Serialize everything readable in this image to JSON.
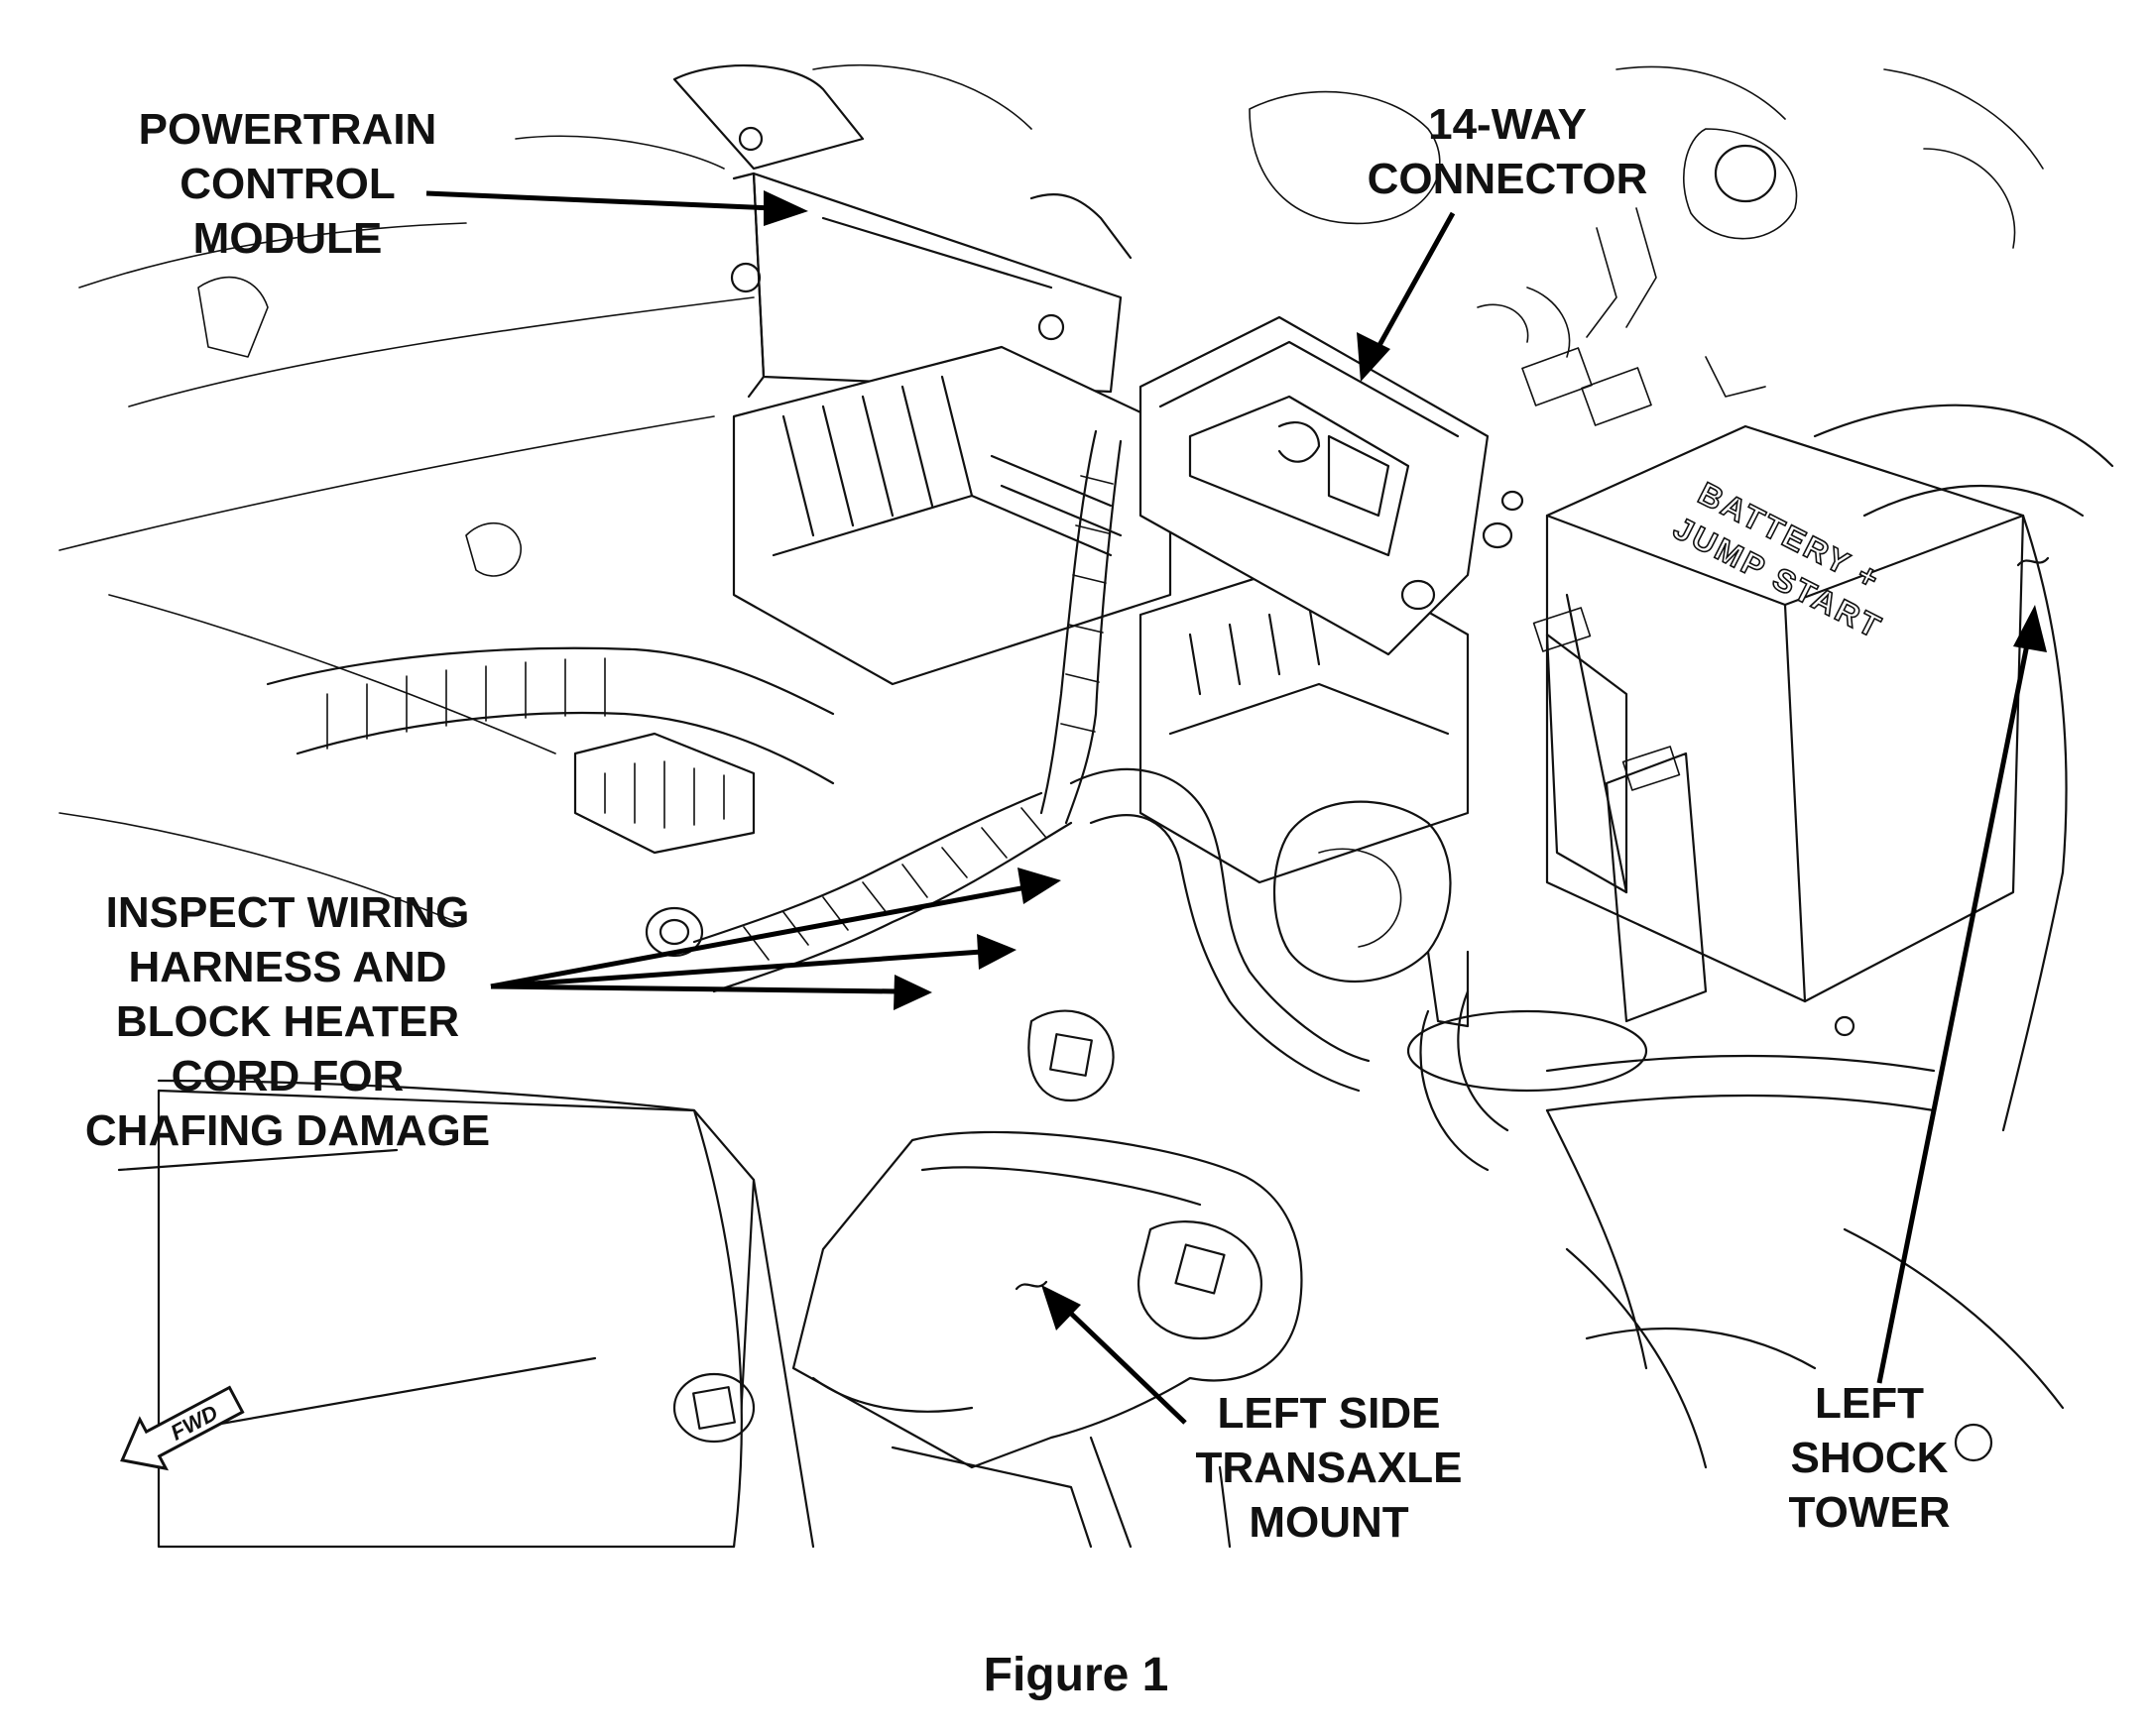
{
  "labels": {
    "pcm": [
      "POWERTRAIN",
      "CONTROL",
      "MODULE"
    ],
    "connector": [
      "14-WAY",
      "CONNECTOR"
    ],
    "inspect": [
      "INSPECT WIRING",
      "HARNESS AND",
      "BLOCK HEATER",
      "CORD FOR",
      "CHAFING DAMAGE"
    ],
    "transaxle_mount": [
      "LEFT SIDE",
      "TRANSAXLE",
      "MOUNT"
    ],
    "shock_tower": [
      "LEFT",
      "SHOCK",
      "TOWER"
    ]
  },
  "embossed": {
    "line1": "BATTERY +",
    "line2": "JUMP START"
  },
  "fwd_indicator": "FWD",
  "caption": "Figure 1"
}
